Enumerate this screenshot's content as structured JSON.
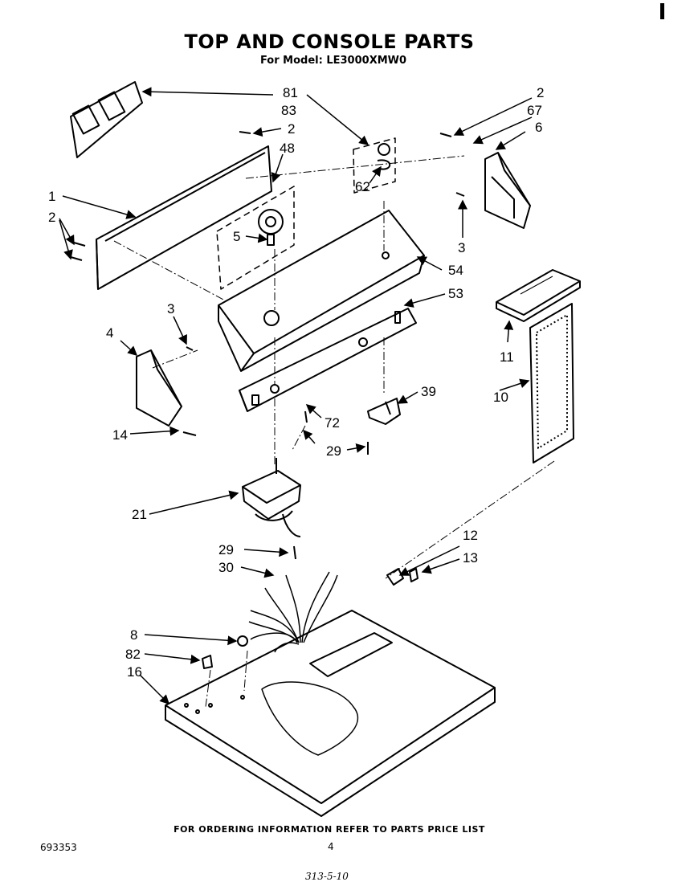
{
  "header": {
    "title": "TOP AND CONSOLE PARTS",
    "subtitle": "For Model: LE3000XMW0"
  },
  "callouts": [
    {
      "id": "c81",
      "text": "81"
    },
    {
      "id": "c83",
      "text": "83"
    },
    {
      "id": "c2a",
      "text": "2"
    },
    {
      "id": "c48",
      "text": "48"
    },
    {
      "id": "c1",
      "text": "1"
    },
    {
      "id": "c2b",
      "text": "2"
    },
    {
      "id": "c5",
      "text": "5"
    },
    {
      "id": "c62",
      "text": "62"
    },
    {
      "id": "c2c",
      "text": "2"
    },
    {
      "id": "c67",
      "text": "67"
    },
    {
      "id": "c6",
      "text": "6"
    },
    {
      "id": "c3a",
      "text": "3"
    },
    {
      "id": "c54",
      "text": "54"
    },
    {
      "id": "c53",
      "text": "53"
    },
    {
      "id": "c3b",
      "text": "3"
    },
    {
      "id": "c4",
      "text": "4"
    },
    {
      "id": "c11",
      "text": "11"
    },
    {
      "id": "c10",
      "text": "10"
    },
    {
      "id": "c39",
      "text": "39"
    },
    {
      "id": "c72",
      "text": "72"
    },
    {
      "id": "c14",
      "text": "14"
    },
    {
      "id": "c29a",
      "text": "29"
    },
    {
      "id": "c21",
      "text": "21"
    },
    {
      "id": "c12",
      "text": "12"
    },
    {
      "id": "c13",
      "text": "13"
    },
    {
      "id": "c29b",
      "text": "29"
    },
    {
      "id": "c30",
      "text": "30"
    },
    {
      "id": "c8",
      "text": "8"
    },
    {
      "id": "c82",
      "text": "82"
    },
    {
      "id": "c16",
      "text": "16"
    }
  ],
  "footer": {
    "ordering_note": "FOR ORDERING INFORMATION REFER TO PARTS PRICE LIST",
    "doc_number": "693353",
    "page_number": "4",
    "handwritten_note": "313-5-10"
  }
}
